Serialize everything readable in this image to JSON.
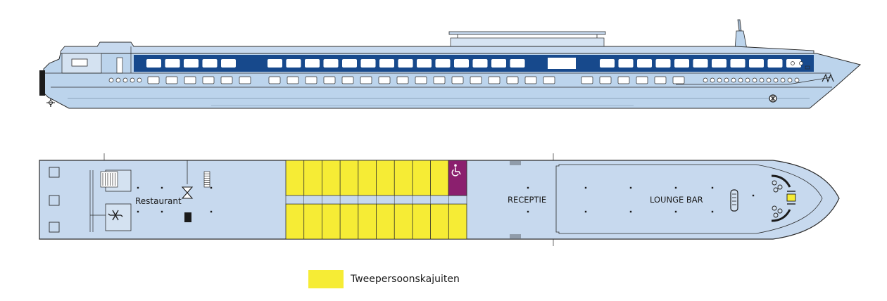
{
  "colors": {
    "hull": "#bcd4ec",
    "deck": "#c7d9ee",
    "outline": "#2b2b2b",
    "window_band": "#17498c",
    "cabin_yellow": "#f6ec35",
    "accessible_purple": "#8b1f6e"
  },
  "deck_plan": {
    "labels": {
      "restaurant": "Restaurant",
      "reception": "RECEPTIE",
      "lounge_bar": "LOUNGE BAR"
    },
    "icons": {
      "wheelchair": "wheelchair-icon",
      "snowflake": "snowflake-icon",
      "elevator": "hourglass-icon"
    }
  },
  "legend": {
    "items": [
      {
        "label": "Tweepersoonskajuiten",
        "color": "#f6ec35"
      }
    ]
  }
}
